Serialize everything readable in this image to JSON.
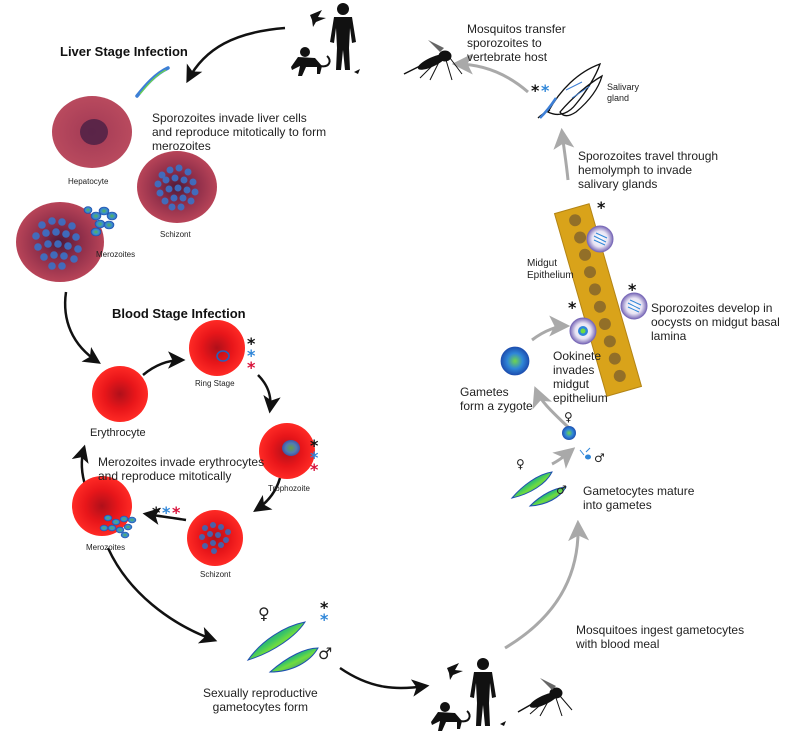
{
  "headings": {
    "liver": "Liver Stage Infection",
    "blood": "Blood Stage Infection"
  },
  "labels": {
    "sporozoites_invade": "Sporozoites invade liver cells\nand reproduce mitotically to form\nmerozoites",
    "hepatocyte": "Hepatocyte",
    "schizont_liver": "Schizont",
    "merozoites_liver": "Merozoites",
    "ring_stage": "Ring Stage",
    "erythrocyte": "Erythrocyte",
    "merozoites_invade": "Merozoites invade erythrocytes\nand reproduce mitotically",
    "trophozoite": "Trophozoite",
    "merozoites_blood": "Merozoites",
    "schizont_blood": "Schizont",
    "gametocytes_form": "Sexually reproductive\ngametocytes form",
    "mosquitoes_ingest": "Mosquitoes ingest gametocytes\nwith blood meal",
    "gametocytes_mature": "Gametocytes mature\ninto gametes",
    "gametes_zygote": "Gametes\nform a zygote",
    "ookinete": "Ookinete\ninvades\nmidgut\nepithelium",
    "sporozoites_develop": "Sporozoites develop in\noocysts on midgut basal\nlamina",
    "midgut_epithelium": "Midgut\nEpithelium",
    "sporozoites_travel": "Sporozoites travel through\nhemolymph to invade\nsalivary glands",
    "salivary_gland": "Salivary\ngland",
    "mosquitos_transfer": "Mosquitos transfer\nsporozoites to\nvertebrate host"
  },
  "symbols": {
    "star": "*",
    "female": "♀",
    "male": "♂"
  },
  "colors": {
    "red_cell": "#e8161a",
    "liver_cell": "#a8374f",
    "parasite_blue": "#3d7fd6",
    "parasite_green": "#2fa84f",
    "star_black": "#111111",
    "star_blue": "#2f86d8",
    "star_red": "#d8123a",
    "midgut": "#d9a31a",
    "arrow_black": "#111111",
    "arrow_gray": "#a9a9a9"
  }
}
